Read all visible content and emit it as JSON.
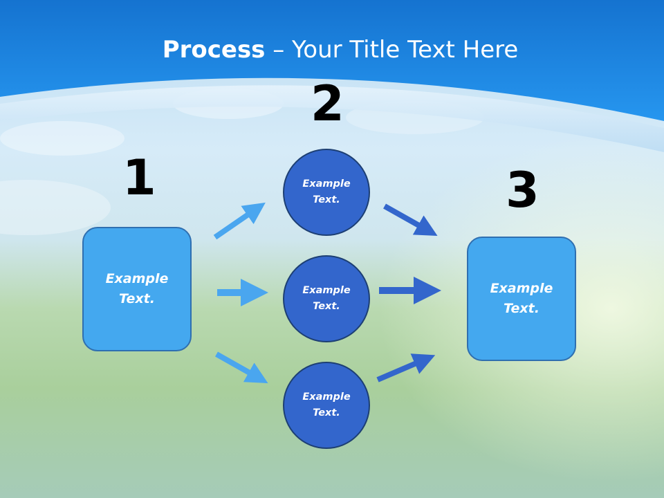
{
  "title": {
    "bold": "Process",
    "rest": " – Your Title Text Here"
  },
  "steps": {
    "one": "1",
    "two": "2",
    "three": "3"
  },
  "left_box": {
    "text": "Example Text."
  },
  "right_box": {
    "text": "Example Text."
  },
  "circles": [
    {
      "text": "Example Text."
    },
    {
      "text": "Example Text."
    },
    {
      "text": "Example Text."
    }
  ],
  "colors": {
    "light_arrow": "#4aa6ef",
    "dark_arrow": "#3366cc",
    "box_fill": "#44a8ef",
    "circle_fill": "#3366cc",
    "banner": "#1f86e0"
  }
}
